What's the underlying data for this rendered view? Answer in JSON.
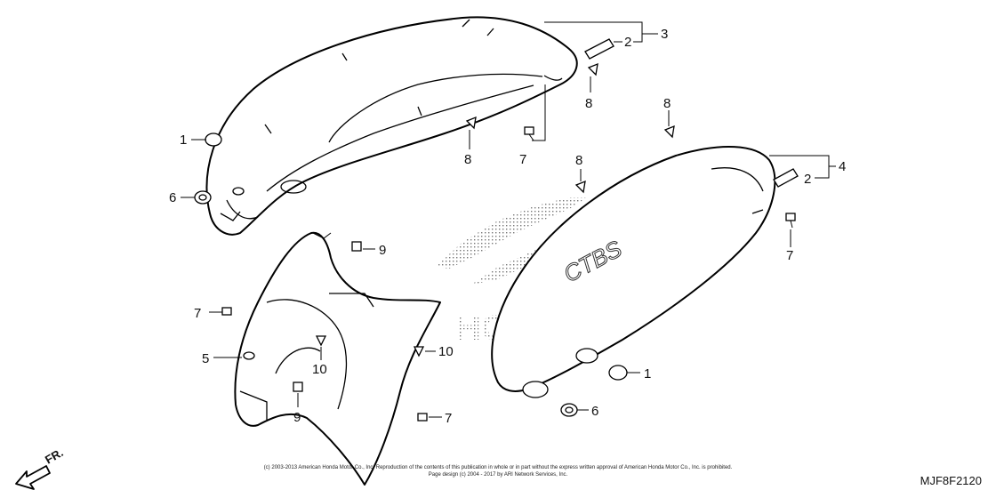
{
  "callouts": {
    "c1a": "1",
    "c6a": "6",
    "c2a": "2",
    "c3": "3",
    "c8a": "8",
    "c8b": "8",
    "c7a": "7",
    "c8c": "8",
    "c8d": "8",
    "c4": "4",
    "c2b": "2",
    "c7b": "7",
    "c9a": "9",
    "c7c": "7",
    "c5": "5",
    "c10a": "10",
    "c10b": "10",
    "c9b": "9",
    "c7d": "7",
    "c1b": "1",
    "c6b": "6"
  },
  "direction_label": "FR.",
  "diagram_code": "MJF8F2120",
  "copyright_line1": "(c) 2003-2013 American Honda Motor Co., Inc. Reproduction of the contents of this publication in whole or in part without the express written approval of American Honda Motor Co., Inc. is prohibited.",
  "copyright_line2": "Page design (c) 2004 - 2017 by ARI Network Services, Inc.",
  "watermark_text": "HONDA",
  "emblem_text": "CTBS"
}
